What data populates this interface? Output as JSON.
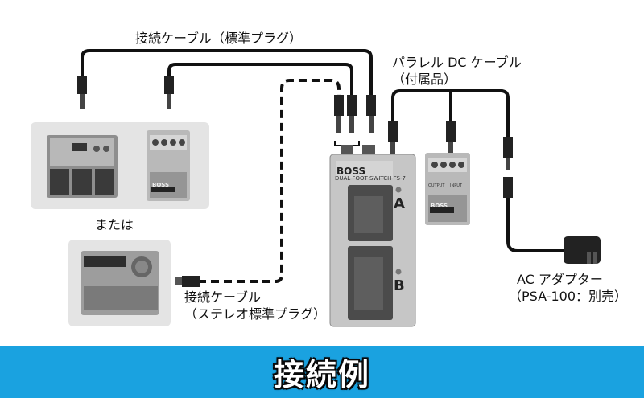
{
  "labels": {
    "top_cable": "接続ケーブル（標準プラグ）",
    "dc_cable_line1": "パラレル DC ケーブル",
    "dc_cable_line2": "（付属品）",
    "or": "または",
    "stereo_cable_line1": "接続ケーブル",
    "stereo_cable_line2": "（ステレオ標準プラグ）",
    "adapter_line1": "AC アダプター",
    "adapter_line2": "（PSA-100：別売）"
  },
  "device": {
    "brand": "BOSS",
    "model": "DUAL FOOT SWITCH FS-7",
    "switch_a": "A",
    "switch_b": "B"
  },
  "pedal": {
    "brand": "BOSS",
    "input": "INPUT",
    "output": "OUTPUT"
  },
  "footer": {
    "title": "接続例"
  },
  "colors": {
    "footer_bg": "#1aa2e0",
    "cable": "#111111",
    "device_panel_bg": "#e4e4e4"
  }
}
